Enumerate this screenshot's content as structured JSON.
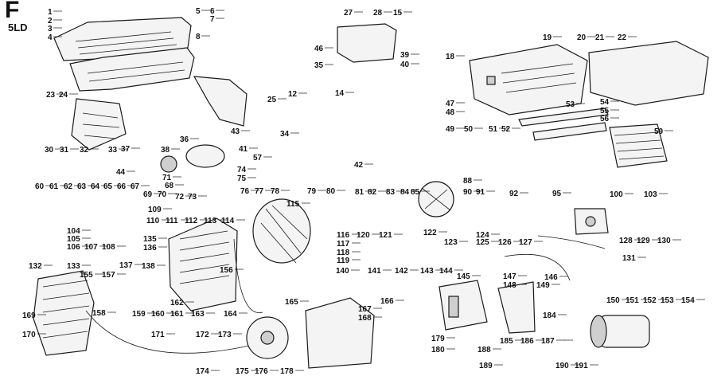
{
  "header": {
    "section_letter": "F",
    "model": "5LD"
  },
  "callouts": [
    "1",
    "2",
    "3",
    "4",
    "5",
    "6",
    "7",
    "8",
    "12",
    "14",
    "15",
    "18",
    "19",
    "20",
    "21",
    "22",
    "23",
    "24",
    "25",
    "27",
    "28",
    "30",
    "31",
    "32",
    "33",
    "34",
    "35",
    "36",
    "37",
    "38",
    "39",
    "40",
    "41",
    "42",
    "43",
    "44",
    "46",
    "47",
    "48",
    "49",
    "50",
    "51",
    "52",
    "53",
    "54",
    "55",
    "56",
    "57",
    "59",
    "60",
    "61",
    "62",
    "63",
    "64",
    "65",
    "66",
    "67",
    "68",
    "69",
    "70",
    "71",
    "72",
    "73",
    "74",
    "75",
    "76",
    "77",
    "78",
    "79",
    "80",
    "81",
    "82",
    "83",
    "84",
    "85",
    "88",
    "90",
    "91",
    "92",
    "95",
    "100",
    "103",
    "104",
    "105",
    "106",
    "107",
    "108",
    "109",
    "110",
    "111",
    "112",
    "113",
    "114",
    "115",
    "116",
    "117",
    "118",
    "119",
    "120",
    "121",
    "122",
    "123",
    "124",
    "125",
    "126",
    "127",
    "128",
    "129",
    "130",
    "131",
    "132",
    "133",
    "135",
    "136",
    "137",
    "138",
    "140",
    "141",
    "142",
    "143",
    "144",
    "145",
    "146",
    "147",
    "148",
    "149",
    "150",
    "151",
    "152",
    "153",
    "154",
    "155",
    "156",
    "157",
    "158",
    "159",
    "160",
    "161",
    "162",
    "163",
    "164",
    "165",
    "166",
    "167",
    "168",
    "169",
    "170",
    "171",
    "172",
    "173",
    "174",
    "175",
    "176",
    "178",
    "179",
    "180",
    "184",
    "185",
    "186",
    "187",
    "188",
    "189",
    "190",
    "191"
  ]
}
